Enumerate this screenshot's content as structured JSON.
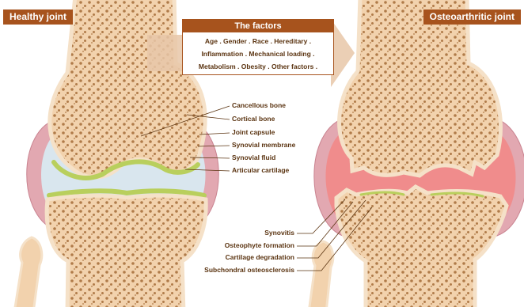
{
  "headers": {
    "left_title": "Healthy joint",
    "right_title": "Osteoarthritic joint"
  },
  "factors_box": {
    "title": "The factors",
    "lines": [
      "Age . Gender . Race . Hereditary .",
      "Inflammation . Mechanical loading .",
      "Metabolism . Obesity . Other factors ."
    ]
  },
  "healthy_labels": [
    "Cancellous bone",
    "Cortical bone",
    "Joint capsule",
    "Synovial membrane",
    "Synovial fluid",
    "Articular cartilage"
  ],
  "oa_labels": [
    "Synovitis",
    "Osteophyte formation",
    "Cartilage degradation",
    "Subchondral osteosclerosis"
  ],
  "colors": {
    "bone": "#f2d2ad",
    "bone_pore": "#b07b49",
    "cortical": "#f5e1c8",
    "cartilage": "#b9cf5d",
    "capsule": "#e2a8b1",
    "synovium": "#f08c8c",
    "fluid": "#d9e6ee",
    "accent": "#a7531d",
    "label_text": "#5a3310"
  }
}
